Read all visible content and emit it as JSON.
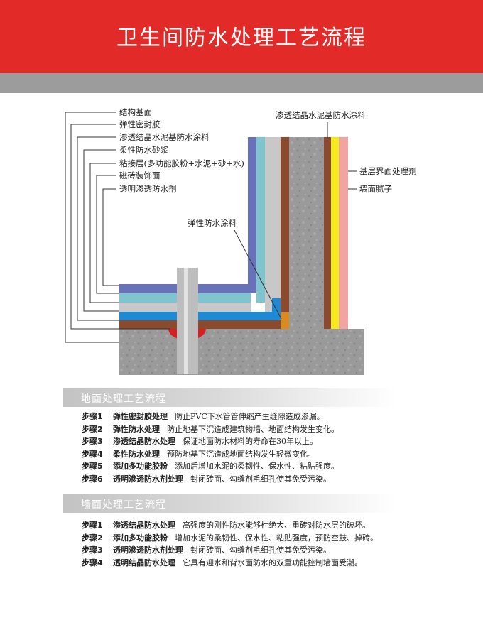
{
  "header": {
    "title": "卫生间防水处理工艺流程"
  },
  "diagram": {
    "left_labels": [
      "结构基面",
      "弹性密封胶",
      "渗透结晶水泥基防水涂料",
      "柔性防水砂浆",
      "粘接层(多功能胶粉+水泥+砂+水)",
      "磁砖装饰面",
      "透明渗透防水剂"
    ],
    "top_label": "渗透结晶水泥基防水涂料",
    "right_labels": [
      "基层界面处理剂",
      "墙面腻子"
    ],
    "middle_label": "弹性防水涂料",
    "colors": {
      "concrete": "#9a9a9a",
      "pipe": "#bdbdbd",
      "tile": "#6872b8",
      "clear_sealer": "#7ec5cf",
      "mortar": "#c8c8c8",
      "blue_coat": "#1e8ad3",
      "brown": "#8b4a2d",
      "red_sealant": "#d62020",
      "orange_coat": "#d98a21",
      "yellow_primer": "#f4ea1d",
      "pink_putty": "#f2a5a0"
    }
  },
  "floor_section": {
    "title": "地面处理工艺流程",
    "steps": [
      {
        "num": "步骤1",
        "name": "弹性密封胶处理",
        "desc": "防止PVC下水管管伸缩产生缝隙造成渗漏。"
      },
      {
        "num": "步骤2",
        "name": "弹性防水处理",
        "desc": "防止地基下沉造成建筑物墙、地面结构发生变化。"
      },
      {
        "num": "步骤3",
        "name": "渗透结晶防水处理",
        "desc": "保证地面防水材料的寿命在30年以上。"
      },
      {
        "num": "步骤4",
        "name": "柔性防水处理",
        "desc": "预防地基下沉造成地面结构发生轻微变化。"
      },
      {
        "num": "步骤5",
        "name": "添加多功能胶粉",
        "desc": "添加后增加水泥的柔韧性、保水性、粘贴强度。"
      },
      {
        "num": "步骤6",
        "name": "透明渗透防水剂处理",
        "desc": "封闭砖面、勾缝剂毛细孔使其免受污染。"
      }
    ]
  },
  "wall_section": {
    "title": "墙面处理工艺流程",
    "steps": [
      {
        "num": "步骤1",
        "name": "渗透结晶防水处理",
        "desc": "高强度的刚性防水能够杜绝大、重砖对防水层的破坏。"
      },
      {
        "num": "步骤2",
        "name": "添加多功能胶粉",
        "desc": "增加水泥的柔韧性、保水性、粘贴强度，预防空鼓、掉砖。"
      },
      {
        "num": "步骤3",
        "name": "透明渗透防水剂处理",
        "desc": "封闭砖面、勾缝剂毛细孔使其免受污染。"
      },
      {
        "num": "步骤4",
        "name": "透明结晶防水处理",
        "desc": "它具有迎水和背水面防水的双重功能控制墙面受潮。"
      }
    ]
  }
}
